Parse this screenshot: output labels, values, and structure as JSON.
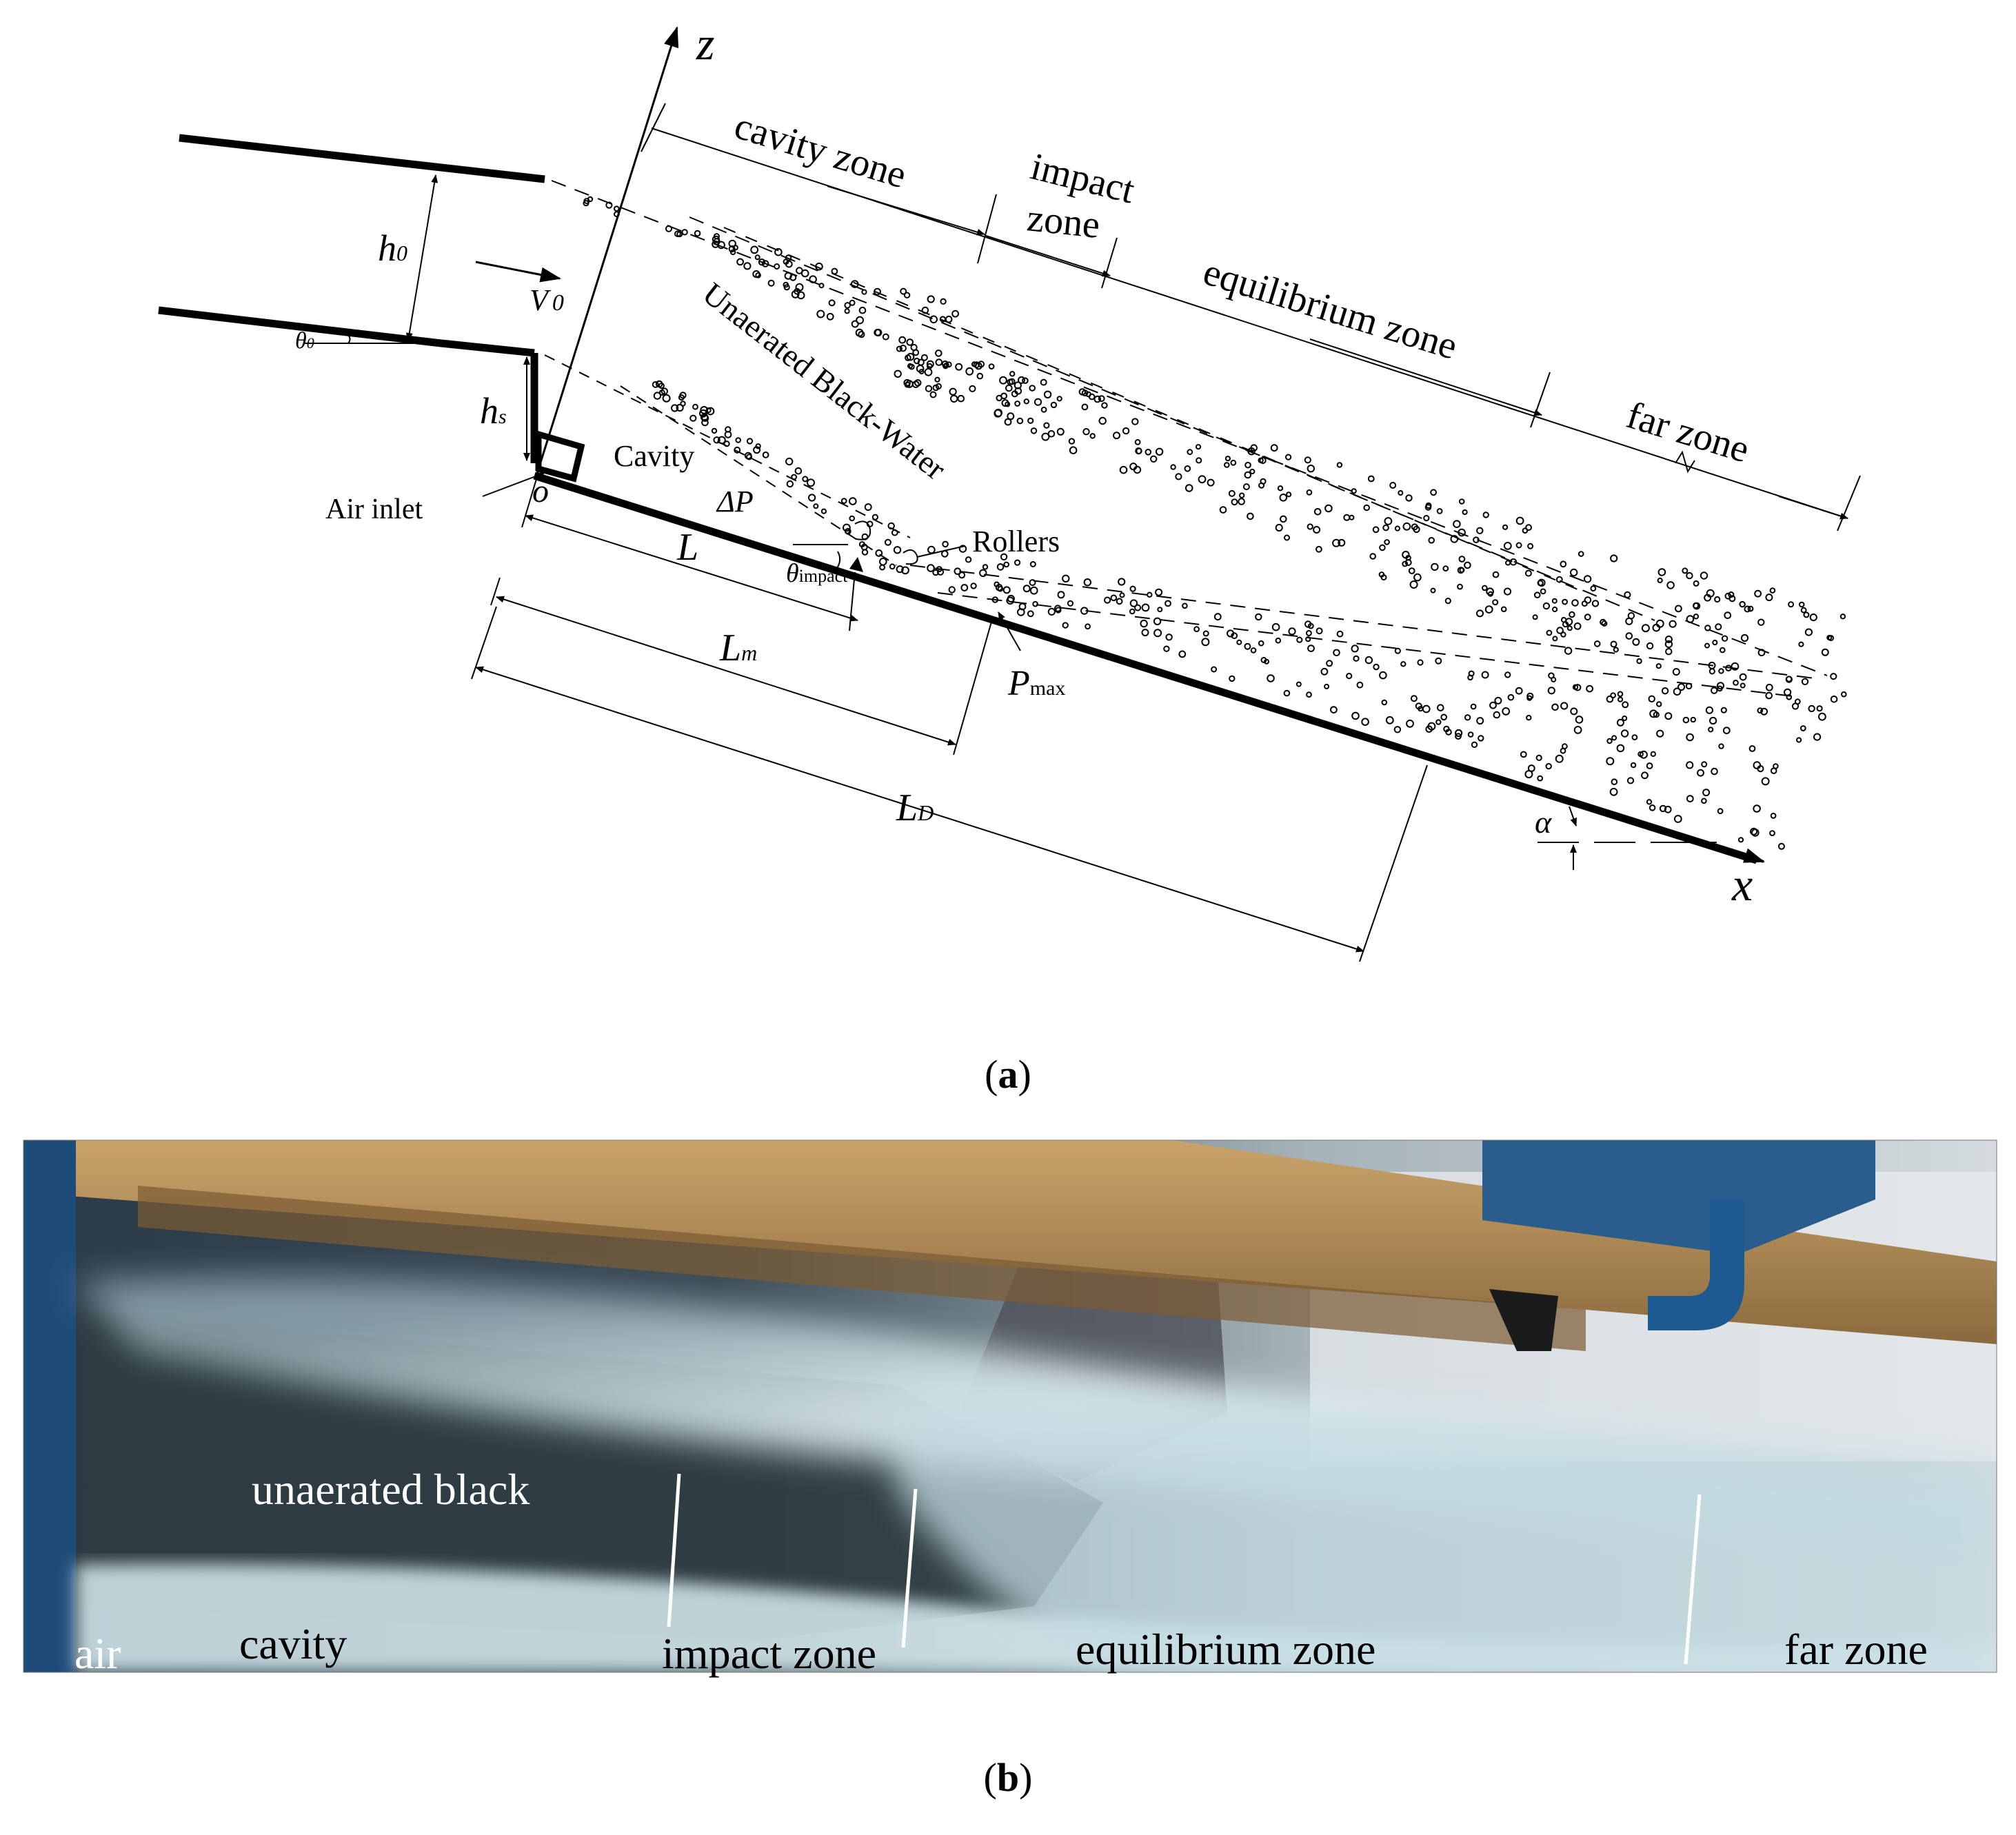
{
  "panel_a": {
    "axes": {
      "z": "z",
      "x": "x",
      "origin": "o"
    },
    "zones": {
      "cavity": "cavity zone",
      "impact_line1": "impact",
      "impact_line2": "zone",
      "equilibrium": "equilibrium zone",
      "far": "far zone"
    },
    "labels": {
      "h0": "h",
      "h0_sub": "0",
      "v0": "V",
      "v0_sub": "0",
      "theta0": "θ",
      "theta0_sub": "0",
      "hs": "h",
      "hs_sub": "s",
      "cavity": "Cavity",
      "air_inlet": "Air inlet",
      "unaerated": "Unaerated Black-Water",
      "delta_p": "ΔP",
      "rollers": "Rollers",
      "theta_impact": "θ",
      "theta_impact_sub": "impact",
      "L": "L",
      "Lm": "L",
      "Lm_sub": "m",
      "LD": "L",
      "LD_sub": "D",
      "pmax": "P",
      "pmax_sub": "max",
      "alpha": "α"
    },
    "caption_open": "(",
    "caption_letter": "a",
    "caption_close": ")"
  },
  "panel_b": {
    "labels": {
      "unaerated": "unaerated black",
      "air": "air",
      "cavity": "cavity",
      "impact": "impact zone",
      "equilibrium": "equilibrium zone",
      "far": "far zone"
    },
    "caption_open": "(",
    "caption_letter": "b",
    "caption_close": ")"
  }
}
